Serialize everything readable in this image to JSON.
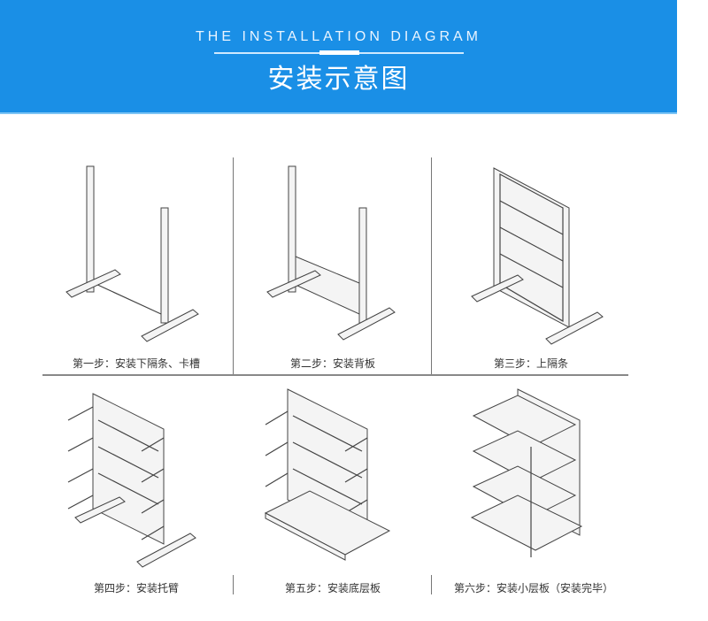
{
  "header": {
    "title_en": "THE INSTALLATION DIAGRAM",
    "title_cn": "安装示意图",
    "color": "#1a8fe6"
  },
  "steps": [
    {
      "label": "第一步：安装下隔条、卡槽"
    },
    {
      "label": "第二步：安装背板"
    },
    {
      "label": "第三步：上隔条"
    },
    {
      "label": "第四步：安装托臂"
    },
    {
      "label": "第五步：安装底层板"
    },
    {
      "label": "第六步：安装小层板（安装完毕）"
    }
  ]
}
